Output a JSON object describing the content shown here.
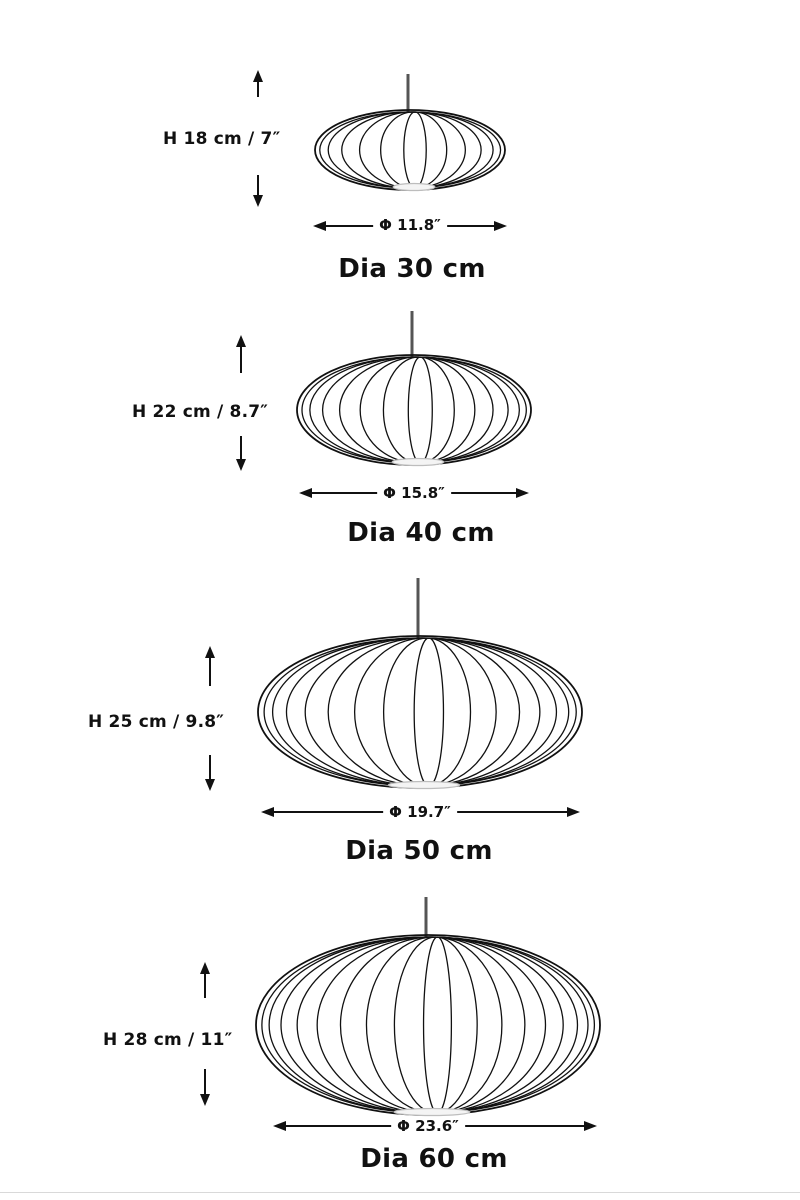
{
  "variants": [
    {
      "height_label": "H 18 cm / 7″",
      "diameter_label": "Φ 11.8″",
      "title": "Dia 30 cm"
    },
    {
      "height_label": "H 22 cm /  8.7″",
      "diameter_label": "Φ 15.8″",
      "title": "Dia 40 cm"
    },
    {
      "height_label": "H 25 cm /  9.8″",
      "diameter_label": "Φ 19.7″",
      "title": "Dia 50 cm"
    },
    {
      "height_label": "H 28 cm /  11″",
      "diameter_label": "Φ 23.6″",
      "title": "Dia 60 cm"
    }
  ],
  "icons": [
    "up-arrow-icon",
    "down-arrow-icon",
    "double-arrow-icon"
  ],
  "colors": {
    "line": "#111111",
    "rod": "#555555",
    "bottom_ring": "#bdbdbd"
  }
}
